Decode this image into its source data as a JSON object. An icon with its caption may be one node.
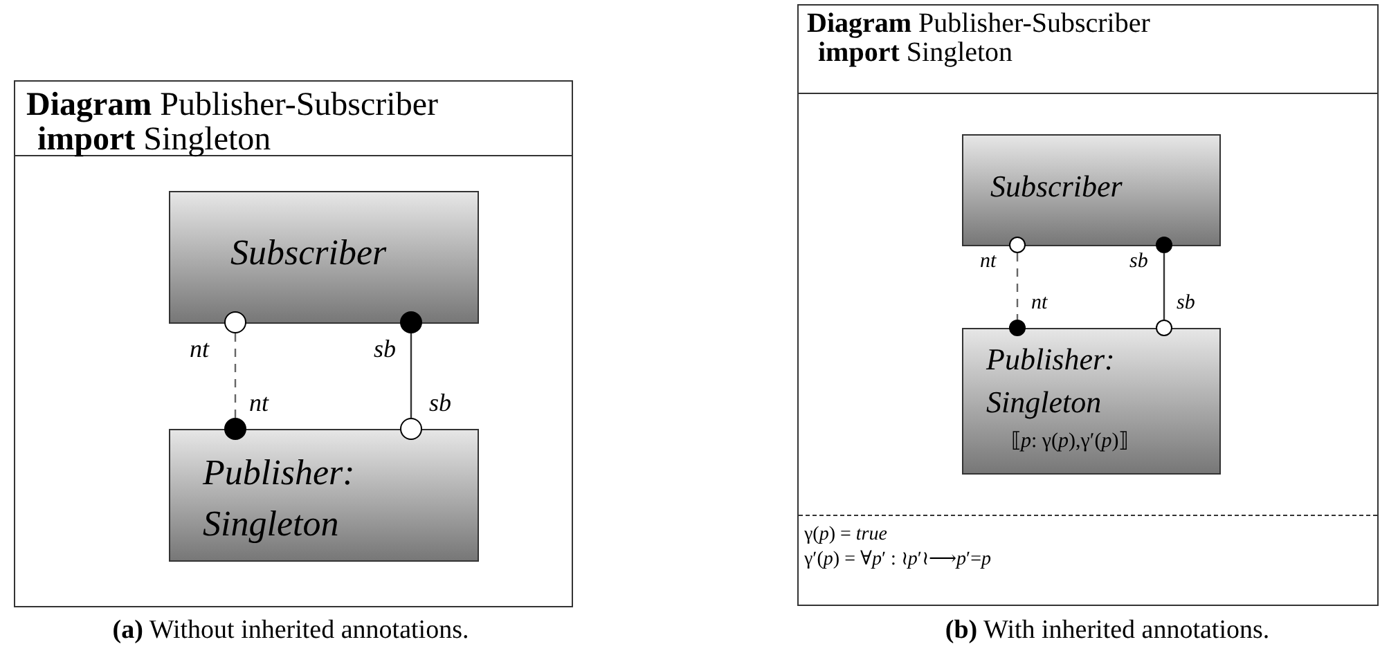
{
  "diagram": {
    "nodes": [
      {
        "text": [
          "**Diagram** Publisher-Subscriber",
          "**import** Singleton"
        ]
      },
      {
        "text": [
          "Subscriber"
        ],
        "in": 0
      },
      {
        "text": [
          "Publisher: Singleton"
        ],
        "in": 0
      },
      {
        "text": [],
        "shape": "circle",
        "beside": [
          "nt"
        ],
        "in": 0
      },
      {
        "text": [],
        "shape": "dot",
        "beside": [
          "sb"
        ],
        "in": 0
      },
      {
        "text": [],
        "shape": "dot",
        "beside": [
          "nt"
        ],
        "in": 0
      },
      {
        "text": [],
        "shape": "circle",
        "beside": [
          "sb"
        ],
        "in": 0
      },
      {
        "text": [
          "**Diagram** Publisher-Subscriber",
          "**import** Singleton",
          "γ(*p*) = *true*",
          "γ′(*p*) = ∀*p*′ : ≀*p*′≀⟶*p*′=*p*"
        ]
      },
      {
        "text": [
          "Subscriber"
        ],
        "in": 7
      },
      {
        "text": [
          "Publisher: Singleton",
          "⟦*p*:  γ(*p*),γ′(*p*)⟧"
        ],
        "in": 7
      },
      {
        "text": [],
        "shape": "circle",
        "beside": [
          "nt"
        ],
        "in": 7
      },
      {
        "text": [],
        "shape": "dot",
        "beside": [
          "sb"
        ],
        "in": 7
      },
      {
        "text": [],
        "shape": "dot",
        "beside": [
          "nt"
        ],
        "in": 7
      },
      {
        "text": [],
        "shape": "circle",
        "beside": [
          "sb"
        ],
        "in": 7
      }
    ],
    "edges": [
      {
        "from": 3,
        "to": 5,
        "arrow": "none",
        "style": "dashed"
      },
      {
        "from": 4,
        "to": 6,
        "arrow": "none"
      },
      {
        "from": 10,
        "to": 12,
        "arrow": "none",
        "style": "dashed"
      },
      {
        "from": 11,
        "to": 13,
        "arrow": "none"
      }
    ],
    "labels": [
      "**(a)** Without inherited annotations.",
      "**(b)** With inherited annotations."
    ]
  }
}
